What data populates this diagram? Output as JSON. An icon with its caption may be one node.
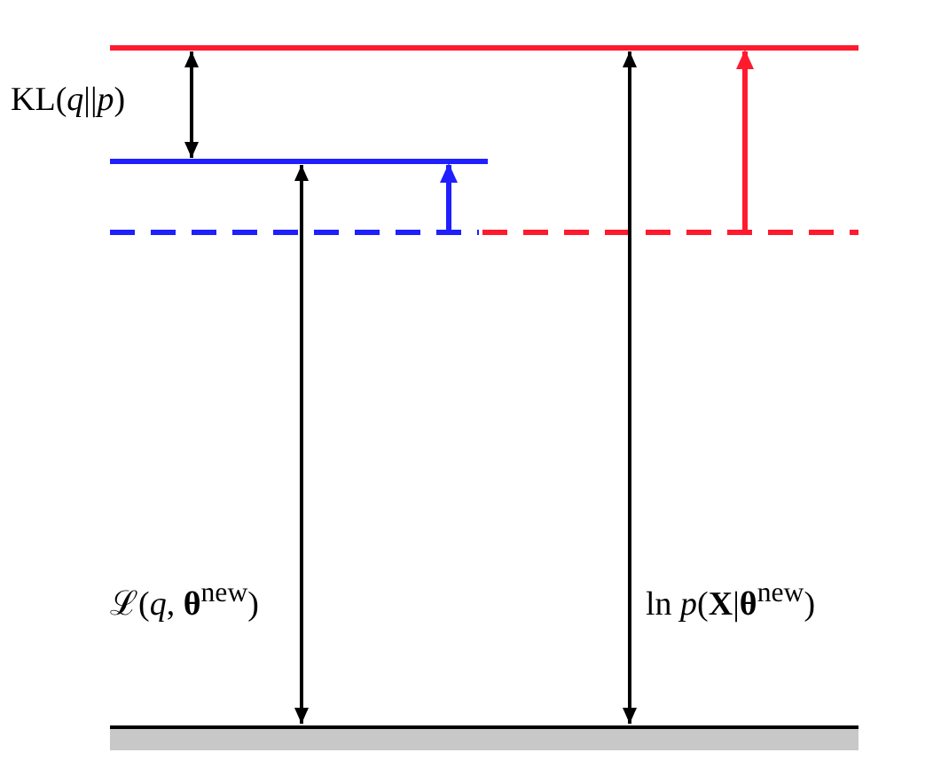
{
  "diagram": {
    "labels": [
      "KL(*q*||*p*)",
      "ℒ(*q*, **θ**$^{new}$)",
      "ln *p*(**X**|**θ**$^{new}$)"
    ]
  }
}
